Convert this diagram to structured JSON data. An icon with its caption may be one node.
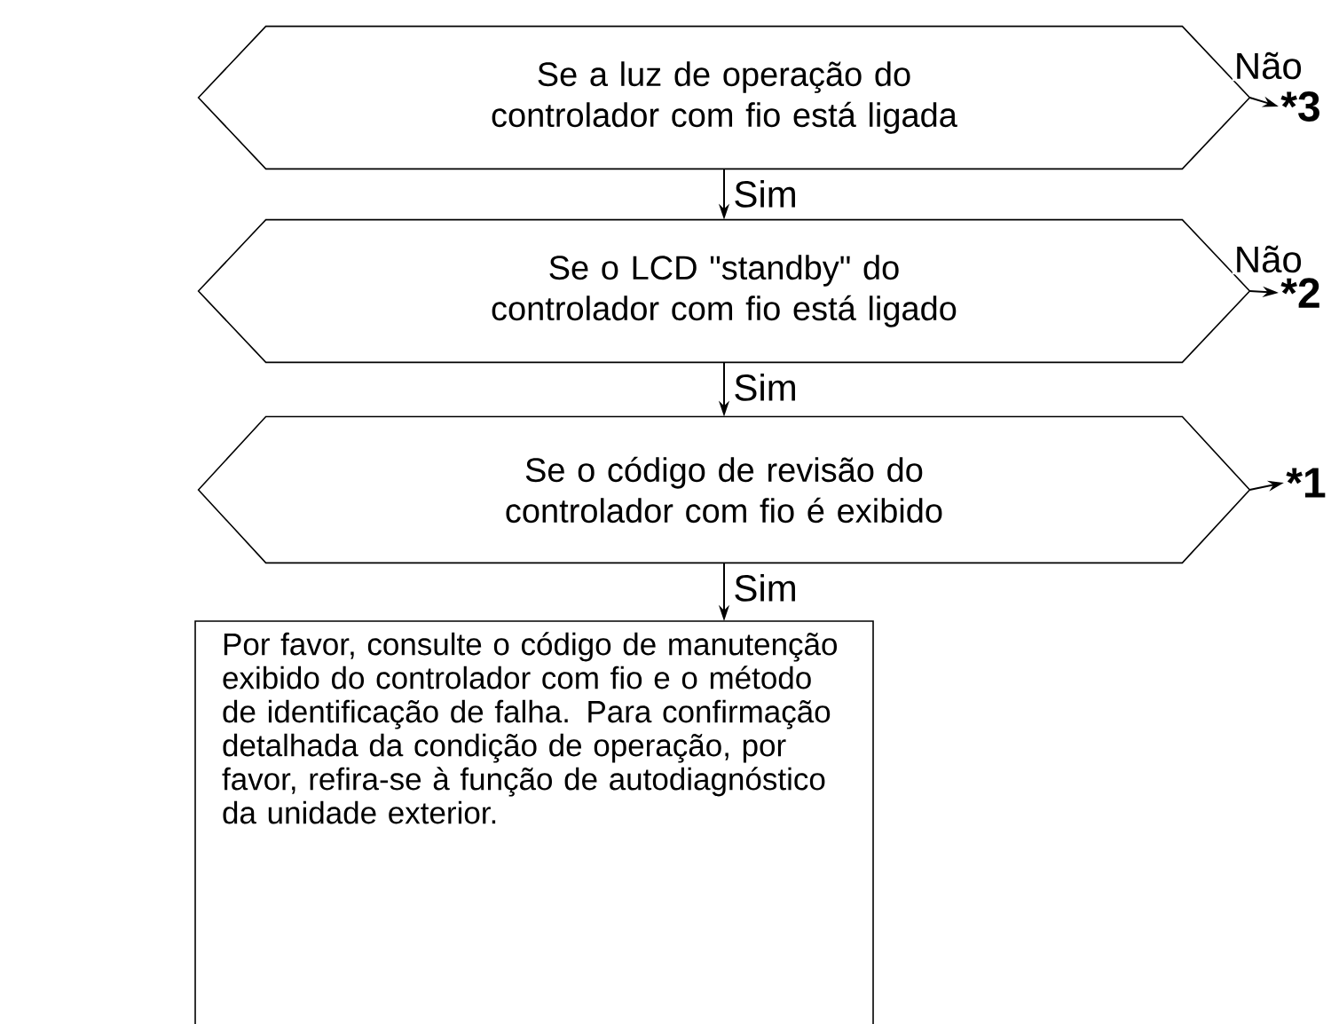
{
  "diagram": {
    "nodes": [
      {
        "text": [
          "Se a luz de operação do controlador com fio está ligada"
        ]
      },
      {
        "text": [
          "*3"
        ]
      },
      {
        "text": [
          "Se o LCD \"standby\" do controlador com fio está ligado"
        ]
      },
      {
        "text": [
          "*2"
        ]
      },
      {
        "text": [
          "Se o código de revisão do controlador com fio é exibido"
        ]
      },
      {
        "text": [
          "*1"
        ]
      },
      {
        "text": [
          "Por favor, consulte o código de manutenção exibido do controlador com fio e o método de identificação de falha. Para confirmação detalhada da condição de operação, por favor, refira-se à função de autodiagnóstico da unidade exterior."
        ]
      }
    ],
    "edges": [
      {
        "from": 0,
        "to": 1,
        "arrow": "to",
        "label": "Não"
      },
      {
        "from": 0,
        "to": 2,
        "arrow": "to",
        "label": "Sim"
      },
      {
        "from": 2,
        "to": 3,
        "arrow": "to",
        "label": "Não"
      },
      {
        "from": 2,
        "to": 4,
        "arrow": "to",
        "label": "Sim"
      },
      {
        "from": 4,
        "to": 5,
        "arrow": "to"
      },
      {
        "from": 4,
        "to": 6,
        "arrow": "to",
        "label": "Sim"
      }
    ]
  }
}
